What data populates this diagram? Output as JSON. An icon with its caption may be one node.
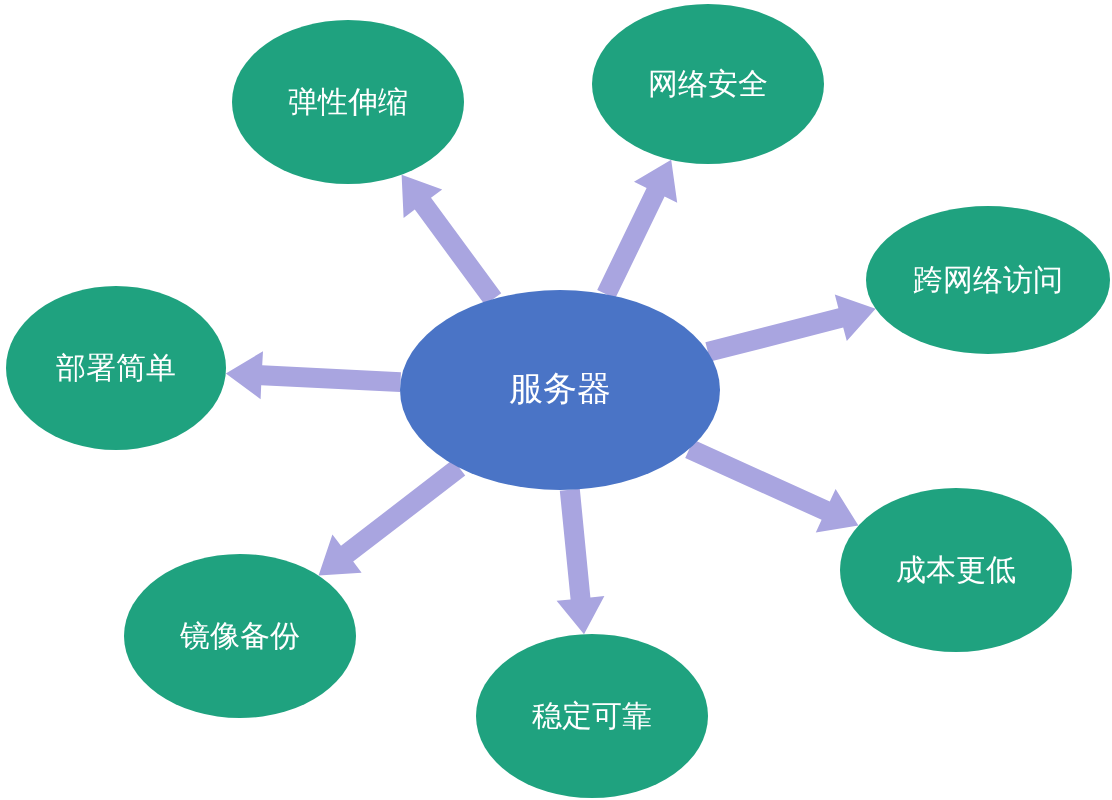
{
  "diagram": {
    "nodes": [
      {
        "text": [
          "弹性伸缩"
        ]
      },
      {
        "text": [
          "网络安全"
        ]
      },
      {
        "text": [
          "跨网络访问"
        ]
      },
      {
        "text": [
          "部署简单"
        ]
      },
      {
        "text": [
          "服务器"
        ]
      },
      {
        "text": [
          "成本更低"
        ]
      },
      {
        "text": [
          "镜像备份"
        ]
      },
      {
        "text": [
          "稳定可靠"
        ]
      }
    ],
    "edges": [
      {
        "from": 4,
        "to": 0,
        "arrow": "to"
      },
      {
        "from": 4,
        "to": 1,
        "arrow": "to"
      },
      {
        "from": 4,
        "to": 2,
        "arrow": "to"
      },
      {
        "from": 4,
        "to": 3,
        "arrow": "to"
      },
      {
        "from": 4,
        "to": 5,
        "arrow": "to"
      },
      {
        "from": 4,
        "to": 6,
        "arrow": "to"
      },
      {
        "from": 4,
        "to": 7,
        "arrow": "to"
      }
    ]
  }
}
